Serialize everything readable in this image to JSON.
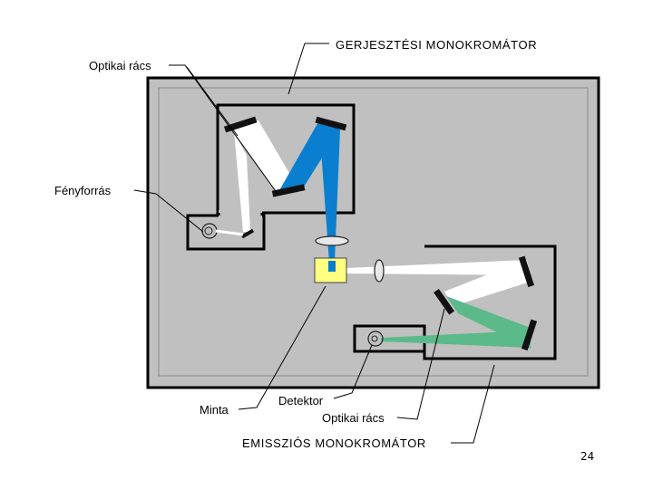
{
  "labels": {
    "excitation_mono": "GERJESZTÉSI MONOKROMÁTOR",
    "grating_top": "Optikai rács",
    "light_source": "Fényforrás",
    "sample": "Minta",
    "detector": "Detektor",
    "grating_bottom": "Optikai rács",
    "emission_mono": "EMISSZIÓS MONOKROMÁTOR"
  },
  "page_number": "24",
  "colors": {
    "background": "#ffffff",
    "panel": "#c0c0c0",
    "frame": "#000000",
    "excitation_beam": "#0a7fd0",
    "emission_beam": "#5bb98a",
    "white_beam": "#ffffff",
    "sample": "#ffff80"
  }
}
